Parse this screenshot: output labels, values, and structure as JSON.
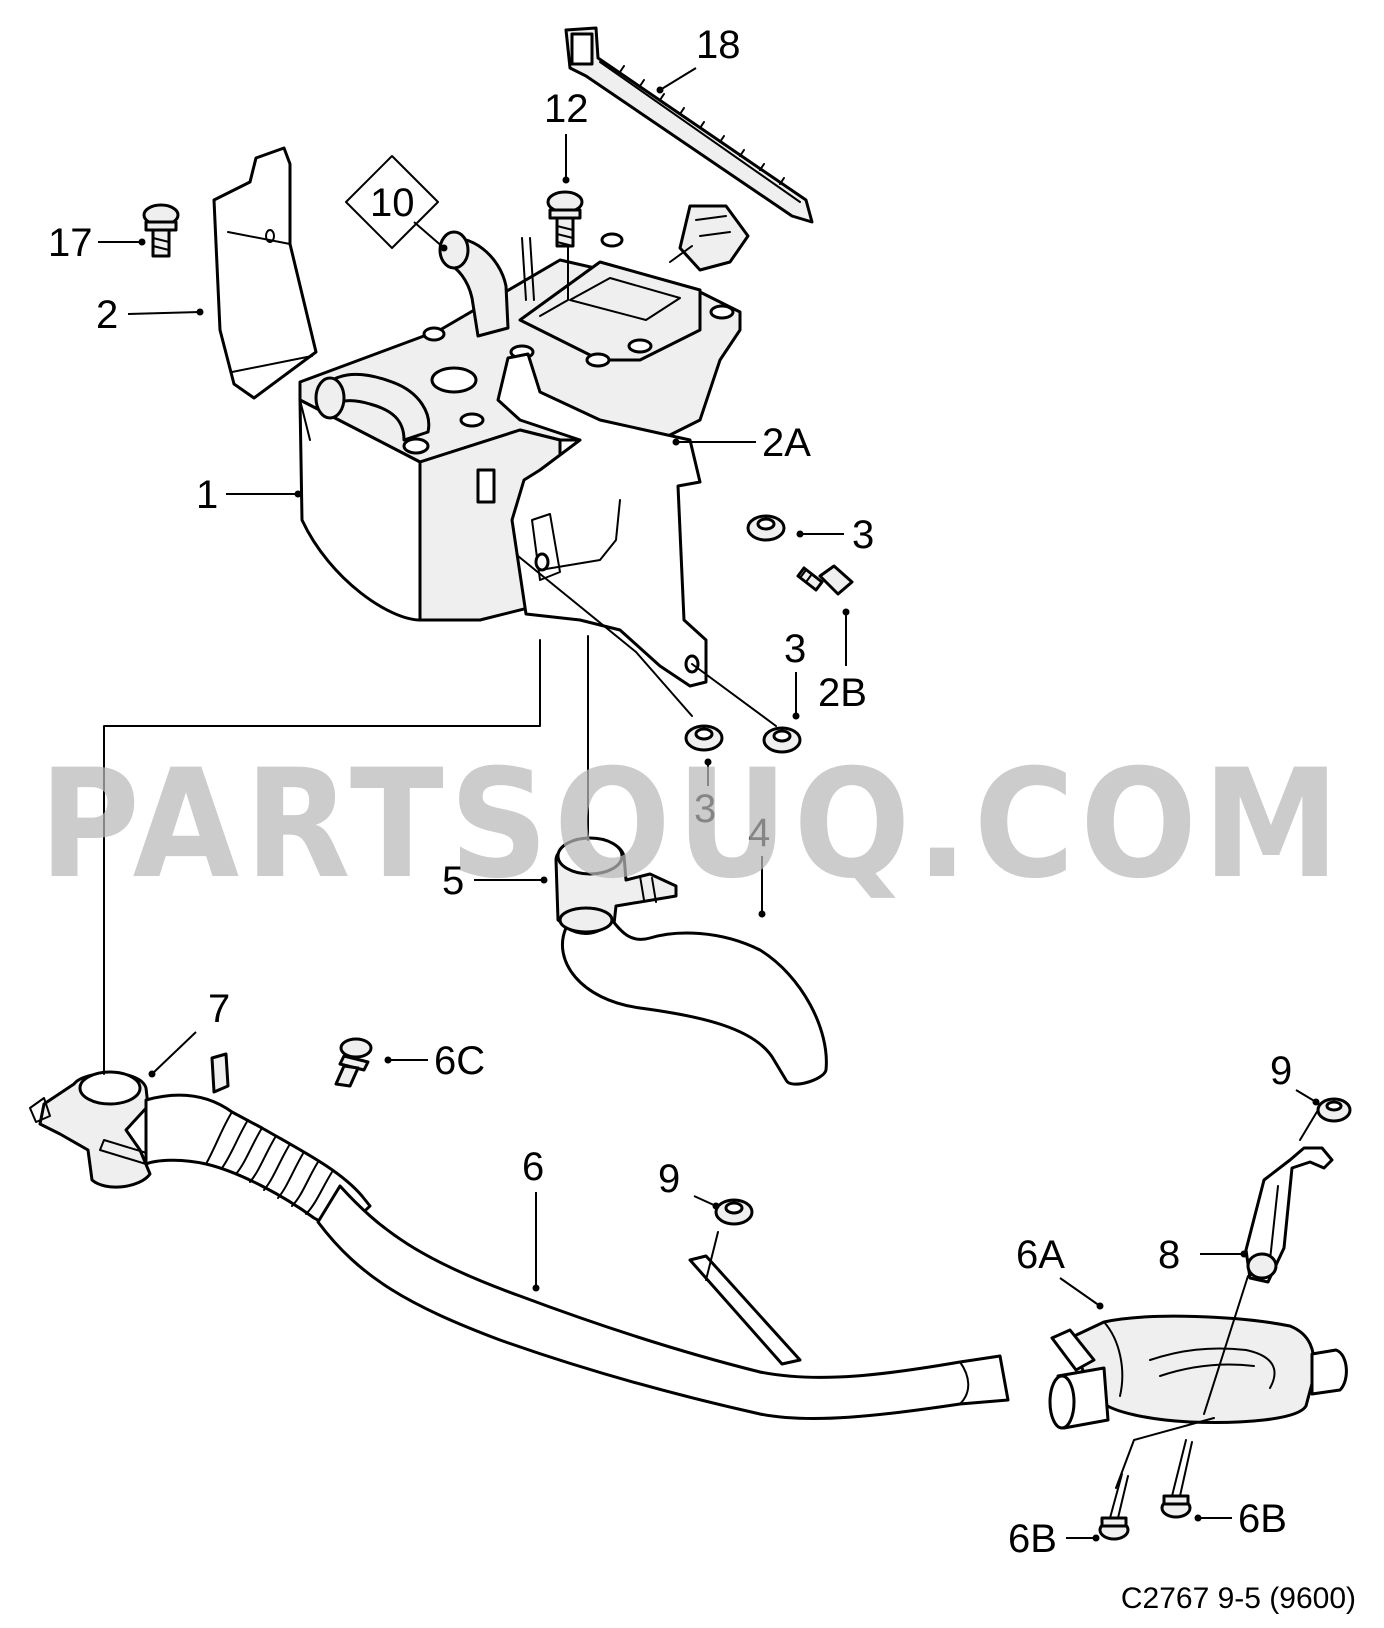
{
  "callouts": {
    "c18": "18",
    "c12": "12",
    "c10": "10",
    "c17": "17",
    "c2": "2",
    "c2A": "2A",
    "c1": "1",
    "c3a": "3",
    "c2B": "2B",
    "c3b": "3",
    "c3c": "3",
    "c4": "4",
    "c5": "5",
    "c7": "7",
    "c6C": "6C",
    "c9a": "9",
    "c9b": "9",
    "c6": "6",
    "c6A": "6A",
    "c8": "8",
    "c6Ba": "6B",
    "c6Bb": "6B"
  },
  "watermark": "PARTSOUQ.COM",
  "reference": "C2767 9-5 (9600)"
}
